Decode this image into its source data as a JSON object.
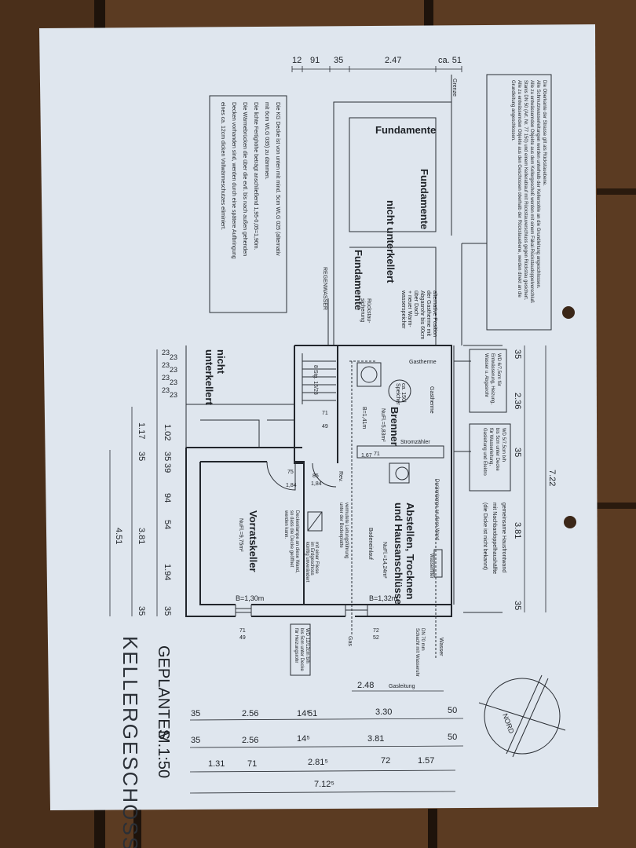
{
  "title": {
    "line1": "GEPLANTES",
    "scale": "M.1:50",
    "line2": "KELLERGESCHOSS"
  },
  "north": "NORD",
  "colors": {
    "paper": "#dfe6ee",
    "wood": "#5b3b22",
    "ink": "#1d2126"
  },
  "labels": {
    "fundamente": "Fundamente",
    "nicht_unterkellert": "nicht unterkellert",
    "nicht": "nicht",
    "unterkellert": "unterkellert",
    "grenze": "Grenze",
    "regenwasser": "REGENWASSER",
    "rueckstau": "Rückstau-",
    "rueckstau2": "sicherung",
    "alt_position": [
      "alternative Position",
      "der Gastherme mit",
      "Abgasrohr bis 60cm",
      "über Dach",
      "+ neuer Warm-",
      "wasserspeicher"
    ],
    "gastherme": "Gastherme",
    "speicher1": "ca. 150l",
    "speicher2": "Speicher",
    "brenner": "Brenner",
    "brenner_area": "NuFl.=5,83m²",
    "b141": "B=1,41m",
    "stromzaehler": "Stromzähler",
    "abstellen1": "Abstellen, Trocknen",
    "abstellen2": "und Hausanschlüsse",
    "abstellen_area": "NuFl.=14,24m²",
    "bodeneinlauf": "Bodeneinlauf",
    "deckenlampe": "Deckenlampe an diese Wand",
    "wasserfilter": "Wasserfilter",
    "vorratskeller": "Vorratskeller",
    "vorrat_area": "NuFl.=9,75m²",
    "b130": "B=1,30m",
    "b132": "B=1,32m",
    "stairs": "8 Stg. 16/23",
    "rev": "Rev.",
    "gas": "Gas",
    "wasser": "Wasser",
    "schacht": [
      "DN 70 mm",
      "Schacht mit Wasseruhr"
    ],
    "lueftung": [
      "vermutete Leitungsführung",
      "unter der Bodenplatte"
    ],
    "vorrat_note": [
      "Deckenlampe an diese Wand,",
      "so dass die Decke geöffnet",
      "werden kann."
    ],
    "fliese_note": [
      "mit einer Fliese",
      "im Erdgeschoss",
      "künftig unverändert"
    ],
    "opening_door1_top": "85",
    "opening_door1_bot": "1,84",
    "opening_door2_top": "75",
    "opening_door2_bot": "1,84",
    "opening_stair_top": "71",
    "opening_stair_bot": "49",
    "opening_brenner_top": "71",
    "opening_brenner_bot": "1,67",
    "window1_top": "71",
    "window1_bot": "49",
    "window2_top": "72",
    "window2_bot": "52"
  },
  "notes": {
    "left": [
      "Die KG Decke ist von unten mit mind. 5cm WLG 025 (alternativ",
      "mit 6cm WLG 035) zu dämmen.",
      "Die lichte Fertighöhe beträgt anschließend 1,95-0,05=1,90m.",
      "Die Wärmebrücken die über die evtl. bis nach außen gehenden",
      "Decken vorhanden sind, werden durch eine spätere Aufbringung",
      "eines ca. 12cm dicken Vollwärmeschutzes eliminiert."
    ],
    "right": [
      "Die Oberkante der Strasse gilt als Rückstauebene.",
      "Alle Schmutzwasserleitungen werden unterhalb der Kellersohle an die Grundleitung angeschlossen.",
      "Alle zu entwässernden Objekte aus dem Kellergeschoß werden mit einem Fäkal-Rückstaudoppelverschluß",
      "Stanis DN 50 (Art. Nr. 77 150) und einem Kellerablauf mit Rückstauverschluss gegen Rückstau gesichert.",
      "Alle zu entwässernden Objekte aus den Geschossen oberhalb der Rückstauebene, werden direkt an die",
      "Grundleitung angeschlossen."
    ],
    "wd1": [
      "WD 6/7,5cm für",
      "Entwässerung, Heizung,",
      "Wasser u. Abgasrohr"
    ],
    "wd2": [
      "WD 5/7,5cm b/h",
      "bis 5cm unter Decke",
      "für Wasserleitung,",
      "Gasleitung und Elektro"
    ],
    "wd3": [
      "WD 12/12cm b/h",
      "bis 5cm unter Decke",
      "für Heizungsrohr"
    ],
    "hausfront": [
      "gemeinsame Hausfrontwand",
      "mit Nachbardoppelhaushälfte",
      "(die Dicke ist nicht bekannt)"
    ]
  },
  "dimensions": {
    "top": [
      "12",
      "91",
      "35",
      "2.47",
      "ca. 51"
    ],
    "right": [
      "35",
      "2.36",
      "35",
      "3.81",
      "35"
    ],
    "right_total": "7.22",
    "left_inner": [
      "23",
      "23",
      "23",
      "23",
      "23",
      "23",
      "23",
      "23",
      "1.02",
      "35",
      "39",
      "94",
      "54",
      "1.94",
      "35"
    ],
    "left_mid": [
      "1.17",
      "35",
      "3.81",
      "35"
    ],
    "left_total": "4.51",
    "gasleitung": {
      "value": "2.48",
      "label": "Gasleitung"
    },
    "row1": [
      "35",
      "2.56",
      "14⁵",
      "51",
      "3.30",
      "50"
    ],
    "row2": [
      "35",
      "2.56",
      "14⁵",
      "3.81",
      "50"
    ],
    "row3": [
      "1.31",
      "71",
      "2.81⁵",
      "72",
      "1.57"
    ],
    "total": "7.12⁵"
  }
}
